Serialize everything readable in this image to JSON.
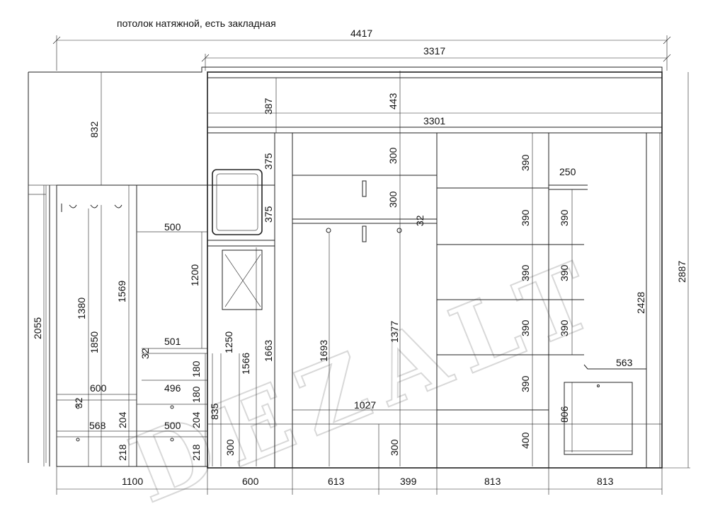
{
  "note": "потолок натяжной, есть закладная",
  "watermark": "DEZALT",
  "dims": {
    "d4417": "4417",
    "d3317": "3317",
    "d3301": "3301",
    "d832": "832",
    "d387": "387",
    "d443": "443",
    "d375a": "375",
    "d375b": "375",
    "d300a": "300",
    "d300b": "300",
    "d32a": "32",
    "d390a": "390",
    "d390b": "390",
    "d390c": "390",
    "d390d": "390",
    "d390e": "390",
    "d400": "400",
    "d250": "250",
    "d390r1": "390",
    "d390r2": "390",
    "d390r3": "390",
    "d2428": "2428",
    "d2887": "2887",
    "d563": "563",
    "d806": "806",
    "d2055": "2055",
    "d1380": "1380",
    "d1850": "1850",
    "d1569": "1569",
    "d500a": "500",
    "d1200": "1200",
    "d501": "501",
    "d32b": "32",
    "d180a": "180",
    "d180b": "180",
    "d496": "496",
    "d600a": "600",
    "d32c": "32",
    "d568": "568",
    "d204a": "204",
    "d500b": "500",
    "d204b": "204",
    "d218a": "218",
    "d218b": "218",
    "d1250": "1250",
    "d835": "835",
    "d1566": "1566",
    "d1663": "1663",
    "d300c": "300",
    "d1693": "1693",
    "d1377": "1377",
    "d1027": "1027",
    "d300d": "300",
    "b1100": "1100",
    "b600": "600",
    "b613": "613",
    "b399": "399",
    "b813a": "813",
    "b813b": "813"
  }
}
